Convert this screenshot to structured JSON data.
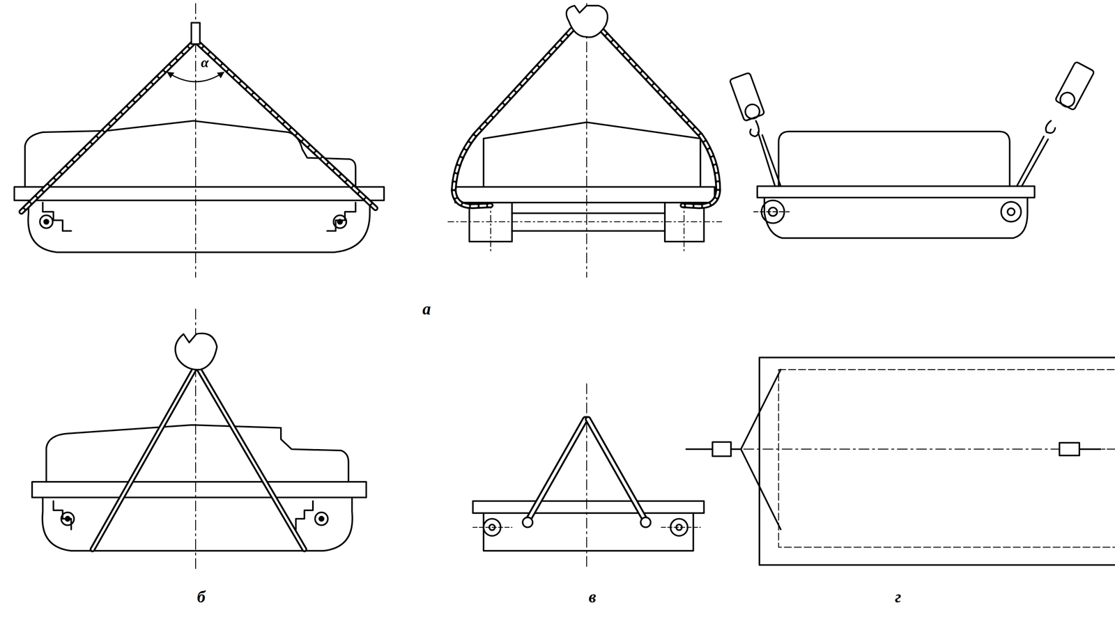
{
  "diagram": {
    "labels": [
      "α",
      "а",
      "б",
      "в",
      "г"
    ]
  }
}
